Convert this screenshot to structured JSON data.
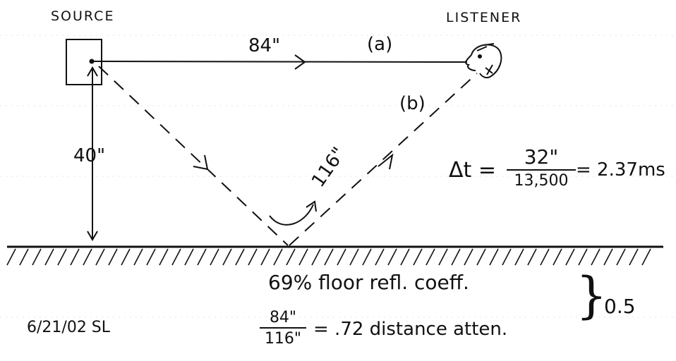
{
  "labels": {
    "source": "SOURCE",
    "listener": "LISTENER",
    "direct_distance": "84\"",
    "path_a": "(a)",
    "path_b": "(b)",
    "height": "40\"",
    "reflected_distance": "116\""
  },
  "delay_equation": {
    "lhs": "Δt =",
    "numerator": "32\"",
    "denominator": "13,500",
    "result": "= 2.37ms"
  },
  "notes": {
    "floor_coeff": "69% floor refl. coeff.",
    "atten_numerator": "84\"",
    "atten_denominator": "116\"",
    "atten_result": "= .72 distance atten.",
    "combined": "0.5",
    "signature": "6/21/02 SL"
  }
}
